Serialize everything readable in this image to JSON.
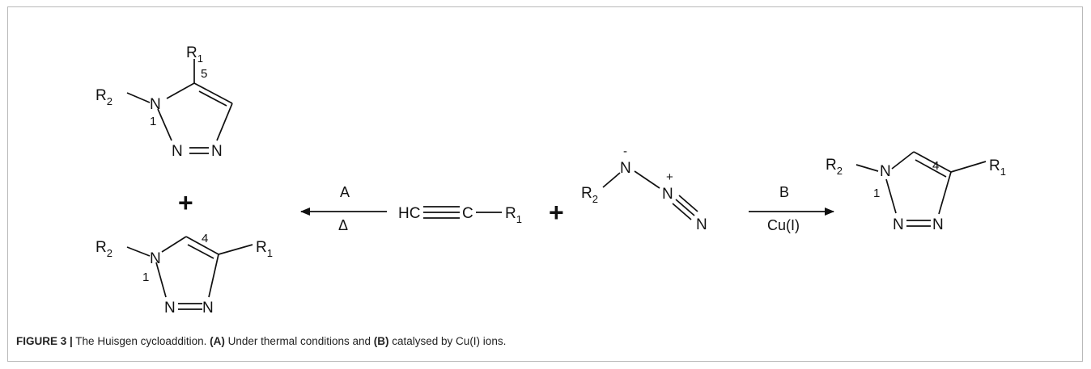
{
  "atoms": {
    "n": "N",
    "r": "R",
    "sub_1": "1",
    "sub_2": "2",
    "hc": "HC",
    "c": "C",
    "minus": "-",
    "plus_charge": "+"
  },
  "positions": {
    "p1": "1",
    "p4": "4",
    "p5": "5"
  },
  "operators": {
    "plus": "+"
  },
  "conditions": {
    "a_label": "A",
    "a_cond": "Δ",
    "b_label": "B",
    "b_cond": "Cu(I)"
  },
  "caption": {
    "figure": "FIGURE 3 |",
    "text1": " The Huisgen cycloaddition. ",
    "a": "(A)",
    "text2": " Under thermal conditions and ",
    "b": "(B)",
    "text3": " catalysed by Cu(I) ions."
  }
}
